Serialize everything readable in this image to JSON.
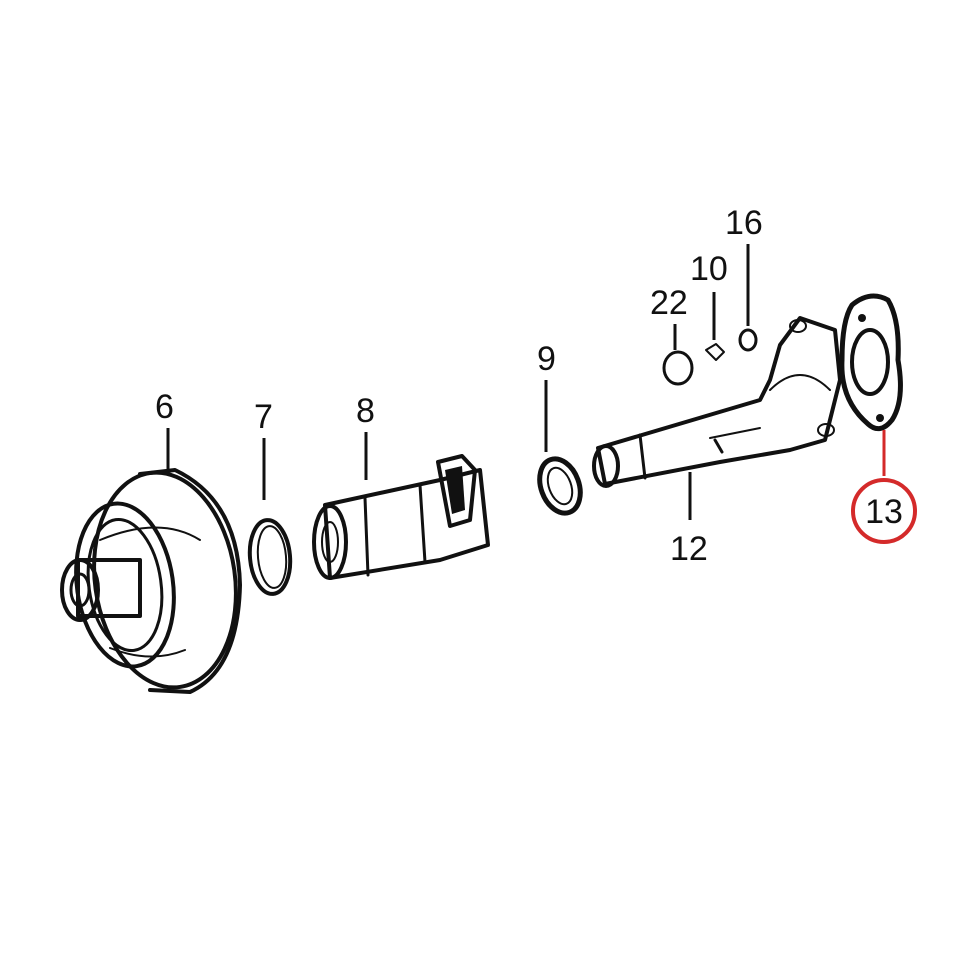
{
  "diagram": {
    "callouts": [
      {
        "id": "6",
        "label": "6"
      },
      {
        "id": "7",
        "label": "7"
      },
      {
        "id": "8",
        "label": "8"
      },
      {
        "id": "9",
        "label": "9"
      },
      {
        "id": "12",
        "label": "12"
      },
      {
        "id": "22",
        "label": "22"
      },
      {
        "id": "10",
        "label": "10"
      },
      {
        "id": "16",
        "label": "16"
      },
      {
        "id": "13",
        "label": "13",
        "highlighted": true
      }
    ],
    "highlight_color": "#d42a2a"
  }
}
